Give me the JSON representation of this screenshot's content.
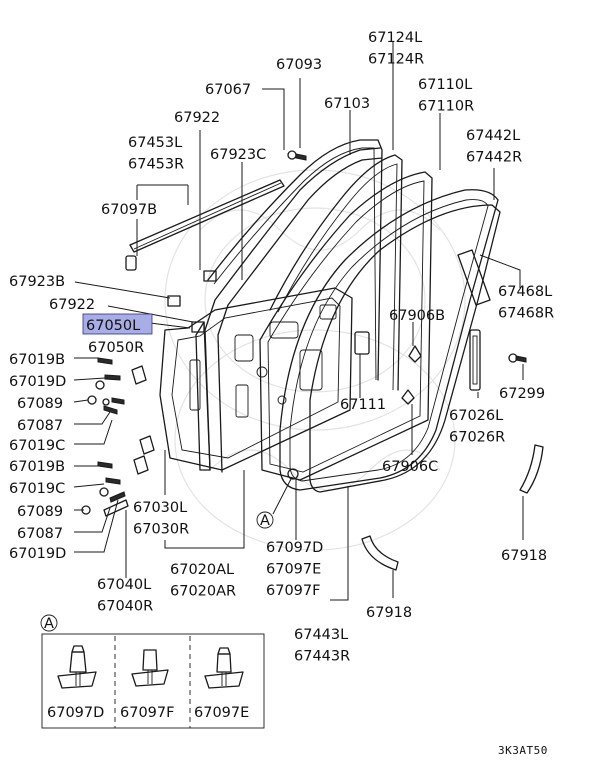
{
  "labels": {
    "p67093": "67093",
    "p67124": "67124L\n67124R",
    "p67067": "67067",
    "p67110": "67110L\n67110R",
    "p67103": "67103",
    "p67922a": "67922",
    "p67453": "67453L\n67453R",
    "p67923c": "67923C",
    "p67442": "67442L\n67442R",
    "p67097b": "67097B",
    "p67923b": "67923B",
    "p67922b": "67922",
    "p67468": "67468L\n67468R",
    "p67050l": "67050L",
    "p67906b": "67906B",
    "p67050r": "67050R",
    "p67019b1": "67019B",
    "p67019d1": "67019D",
    "p67089a": "67089",
    "p67087a": "67087",
    "p67019c1": "67019C",
    "p67111": "67111",
    "p67299": "67299",
    "p67026": "67026L\n67026R",
    "p67906c": "67906C",
    "p67019b2": "67019B",
    "p67019c2": "67019C",
    "p67030": "67030L\n67030R",
    "p67089b": "67089",
    "p67087b": "67087",
    "p67019d2": "67019D",
    "p67097def": "67097D\n67097E\n67097F",
    "p67020": "67020AL\n67020AR",
    "p67918a": "67918",
    "p67040": "67040L\n67040R",
    "p67918b": "67918",
    "p67443": "67443L\n67443R",
    "callout": "A",
    "inset": "A",
    "i67097d": "67097D",
    "i67097f": "67097F",
    "i67097e": "67097E",
    "code": "3K3AT50"
  },
  "highlight_color": "#a9ade6"
}
